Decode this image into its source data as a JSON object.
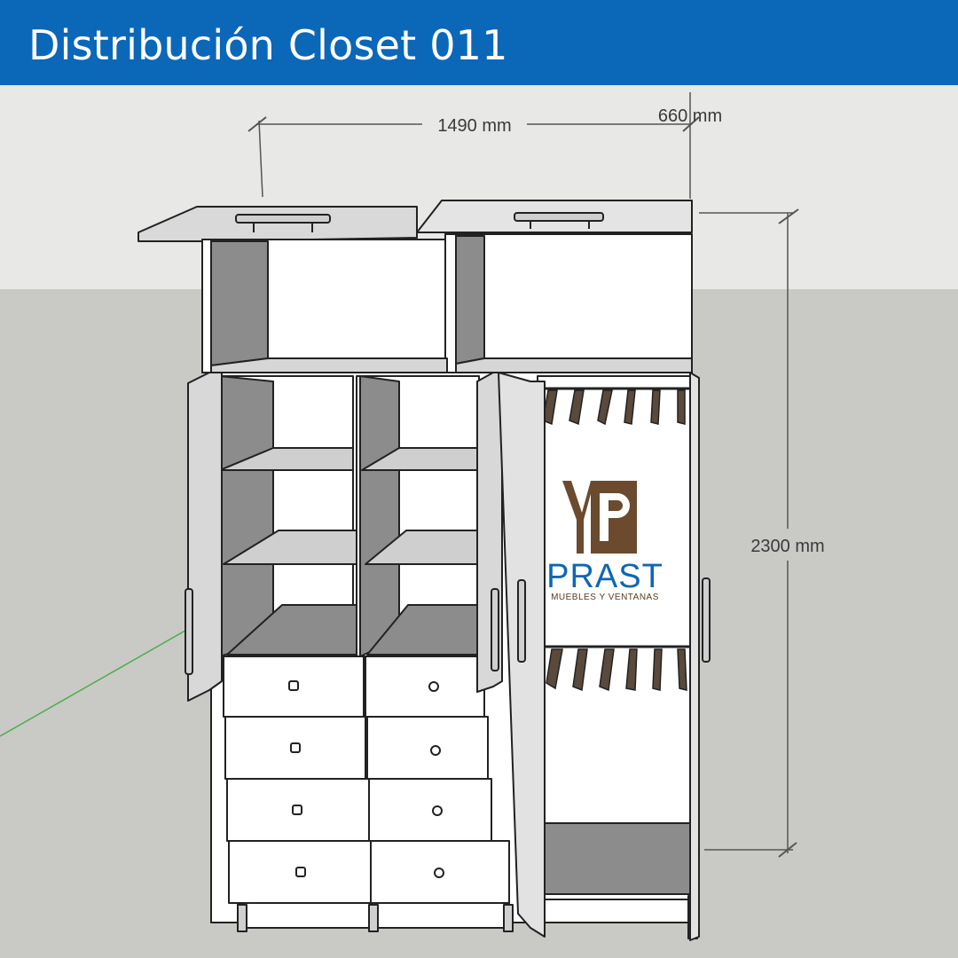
{
  "header": {
    "title": "Distribución Closet 011",
    "background": "#0b67b8",
    "text_color": "#ffffff"
  },
  "dimensions": {
    "width": "1490 mm",
    "depth": "660 mm",
    "height": "2300 mm"
  },
  "logo": {
    "monogram": "YP",
    "brand": "PRAST",
    "tagline": "MUEBLES Y VENTANAS",
    "brand_color": "#0e66b4",
    "monogram_color": "#6b4a2e"
  },
  "furniture": {
    "top_cabinets": 2,
    "hinged_doors": 4,
    "drawers": 8,
    "hangers_per_rod": 6,
    "hanging_rods": 2
  },
  "colors": {
    "sky": "#e8e8e6",
    "ground": "#c9c9c6",
    "panel_white": "#ffffff",
    "panel_grey": "#8c8c8c",
    "axis_green": "#4cae4c"
  }
}
